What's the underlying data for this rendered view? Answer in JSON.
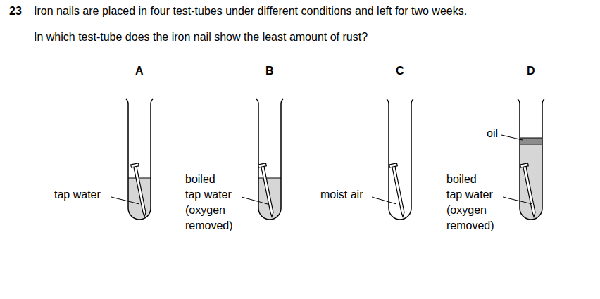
{
  "diagram": {
    "labels": [
      "23",
      "Iron nails are placed in four test-tubes under different conditions and left for two weeks.",
      "In which test-tube does the iron nail show the least amount of rust?",
      "A",
      "B",
      "C",
      "D",
      "tap water",
      "boiled tap water (oxygen removed)",
      "moist air",
      "oil",
      "boiled tap water (oxygen removed)"
    ]
  }
}
